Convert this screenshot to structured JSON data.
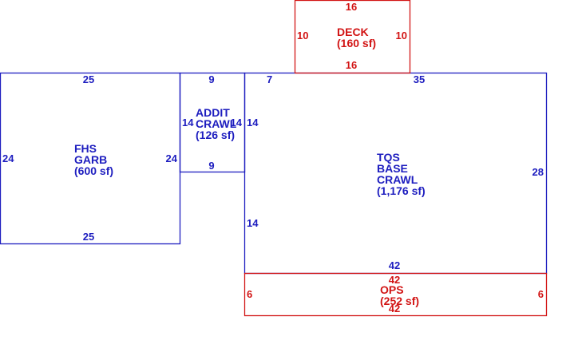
{
  "colors": {
    "living": "#1d1dbf",
    "exterior": "#d21414",
    "background": "#ffffff"
  },
  "rooms": {
    "garage": {
      "name_line1": "FHS",
      "name_line2": "GARB",
      "area": "(600 sf)",
      "dim_top": "25",
      "dim_bottom": "25",
      "dim_left": "24",
      "dim_right": "24"
    },
    "addition": {
      "name_line1": "ADDIT",
      "name_line2": "CRAWL",
      "area": "(126 sf)",
      "dim_top": "9",
      "dim_bottom": "9",
      "dim_left": "14",
      "dim_right": "14"
    },
    "base": {
      "name_line1": "TQS",
      "name_line2": "BASE",
      "name_line3": "CRAWL",
      "area": "(1,176 sf)",
      "dim_top_left": "7",
      "dim_top_right": "35",
      "dim_right": "28",
      "dim_left_upper": "14",
      "dim_left_lower": "14",
      "dim_bottom": "42"
    },
    "deck": {
      "name": "DECK",
      "area": "(160 sf)",
      "dim_top": "16",
      "dim_bottom": "16",
      "dim_left": "10",
      "dim_right": "10"
    },
    "porch": {
      "name": "OPS",
      "area": "(252 sf)",
      "dim_top": "42",
      "dim_bottom": "42",
      "dim_left": "6",
      "dim_right": "6"
    }
  }
}
